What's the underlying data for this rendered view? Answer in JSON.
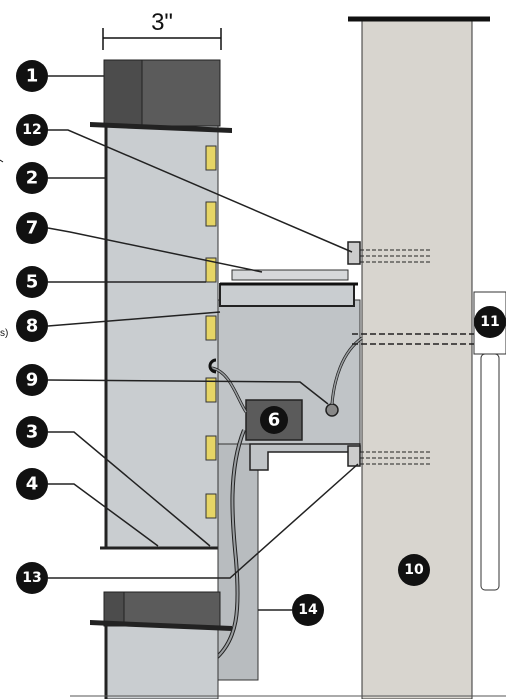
{
  "dimension_label": "3\"",
  "side_text": "s)",
  "callouts": {
    "c1": "1",
    "c2": "2",
    "c3": "3",
    "c4": "4",
    "c5": "5",
    "c6": "6",
    "c7": "7",
    "c8": "8",
    "c9": "9",
    "c10": "10",
    "c11": "11",
    "c12": "12",
    "c13": "13",
    "c14": "14"
  },
  "colors": {
    "panel": "#c9cdd0",
    "panel_dark": "#b8bcbf",
    "column": "#d8d5cf",
    "conduit": "#5b5b5b",
    "slot": "#e6d566",
    "outline": "#222222"
  }
}
